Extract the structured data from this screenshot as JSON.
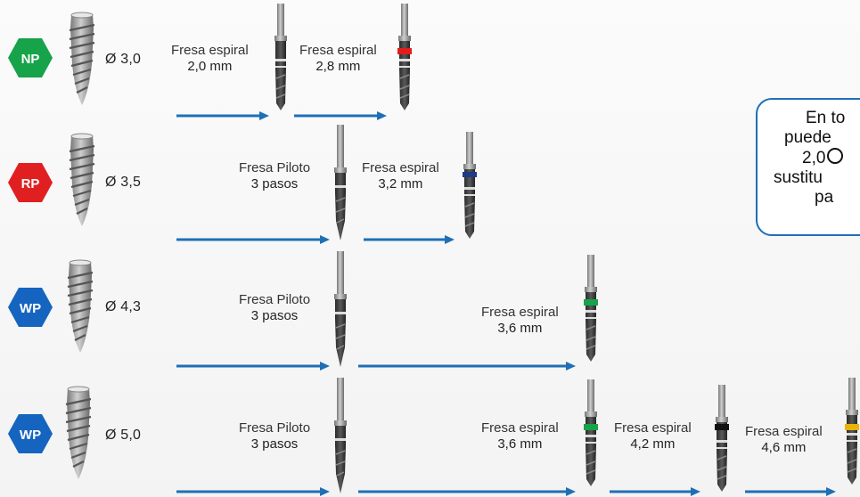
{
  "rows": [
    {
      "badge": "NP",
      "badge_color": "#16a34a",
      "diameter": "Ø 3,0",
      "drills": [
        {
          "line1": "Fresa espiral",
          "line2": "2,0 mm",
          "band_color": ""
        },
        {
          "line1": "Fresa espiral",
          "line2": "2,8 mm",
          "band_color": "#e11d1d"
        }
      ]
    },
    {
      "badge": "RP",
      "badge_color": "#e02020",
      "diameter": "Ø 3,5",
      "drills": [
        {
          "line1": "Fresa Piloto",
          "line2": "3 pasos",
          "band_color": ""
        },
        {
          "line1": "Fresa espiral",
          "line2": "3,2 mm",
          "band_color": "#1e3a8a"
        }
      ]
    },
    {
      "badge": "WP",
      "badge_color": "#1565c0",
      "diameter": "Ø 4,3",
      "drills": [
        {
          "line1": "Fresa Piloto",
          "line2": "3 pasos",
          "band_color": ""
        },
        {
          "line1": "Fresa espiral",
          "line2": "3,6 mm",
          "band_color": "#16a34a"
        }
      ]
    },
    {
      "badge": "WP",
      "badge_color": "#1565c0",
      "diameter": "Ø 5,0",
      "drills": [
        {
          "line1": "Fresa Piloto",
          "line2": "3 pasos",
          "band_color": ""
        },
        {
          "line1": "Fresa espiral",
          "line2": "3,6 mm",
          "band_color": "#16a34a"
        },
        {
          "line1": "Fresa espiral",
          "line2": "4,2 mm",
          "band_color": "#111111"
        },
        {
          "line1": "Fresa espiral",
          "line2": "4,6 mm",
          "band_color": "#eab308"
        }
      ]
    }
  ],
  "note": {
    "lines": [
      "En to",
      "puede",
      "2,0",
      "sustitu",
      "pa"
    ]
  },
  "colors": {
    "arrow": "#1f6fb5",
    "note_border": "#1f6fb5"
  }
}
